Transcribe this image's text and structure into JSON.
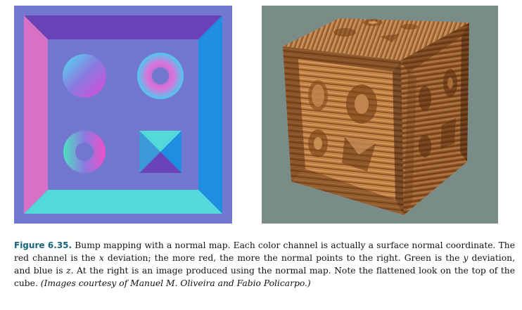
{
  "figure": {
    "label": "Figure 6.35.",
    "caption_part1": " Bump mapping with a normal map. Each color channel is actually a surface normal coordinate. The red channel is the ",
    "var_x": "x",
    "caption_part2": " deviation; the more red, the more the normal points to the right. Green is the ",
    "var_y": "y",
    "caption_part3": " deviation, and blue is ",
    "var_z": "z",
    "caption_part4": ". At the right is an image produced using the normal map. Note the flattened look on the top of the cube. ",
    "credit": "(Images courtesy of Manuel M. Oliveira and Fabio Policarpo.)"
  },
  "colors": {
    "normal_flat": "#7277d0",
    "normal_top": "#6a43b8",
    "normal_left": "#d871c6",
    "normal_right": "#1e8fe0",
    "normal_bottom": "#54d9d9",
    "background_right": "#7a8c88",
    "wood_light": "#c98a52",
    "wood_dark": "#7a4418",
    "caption_label": "#17637a"
  }
}
